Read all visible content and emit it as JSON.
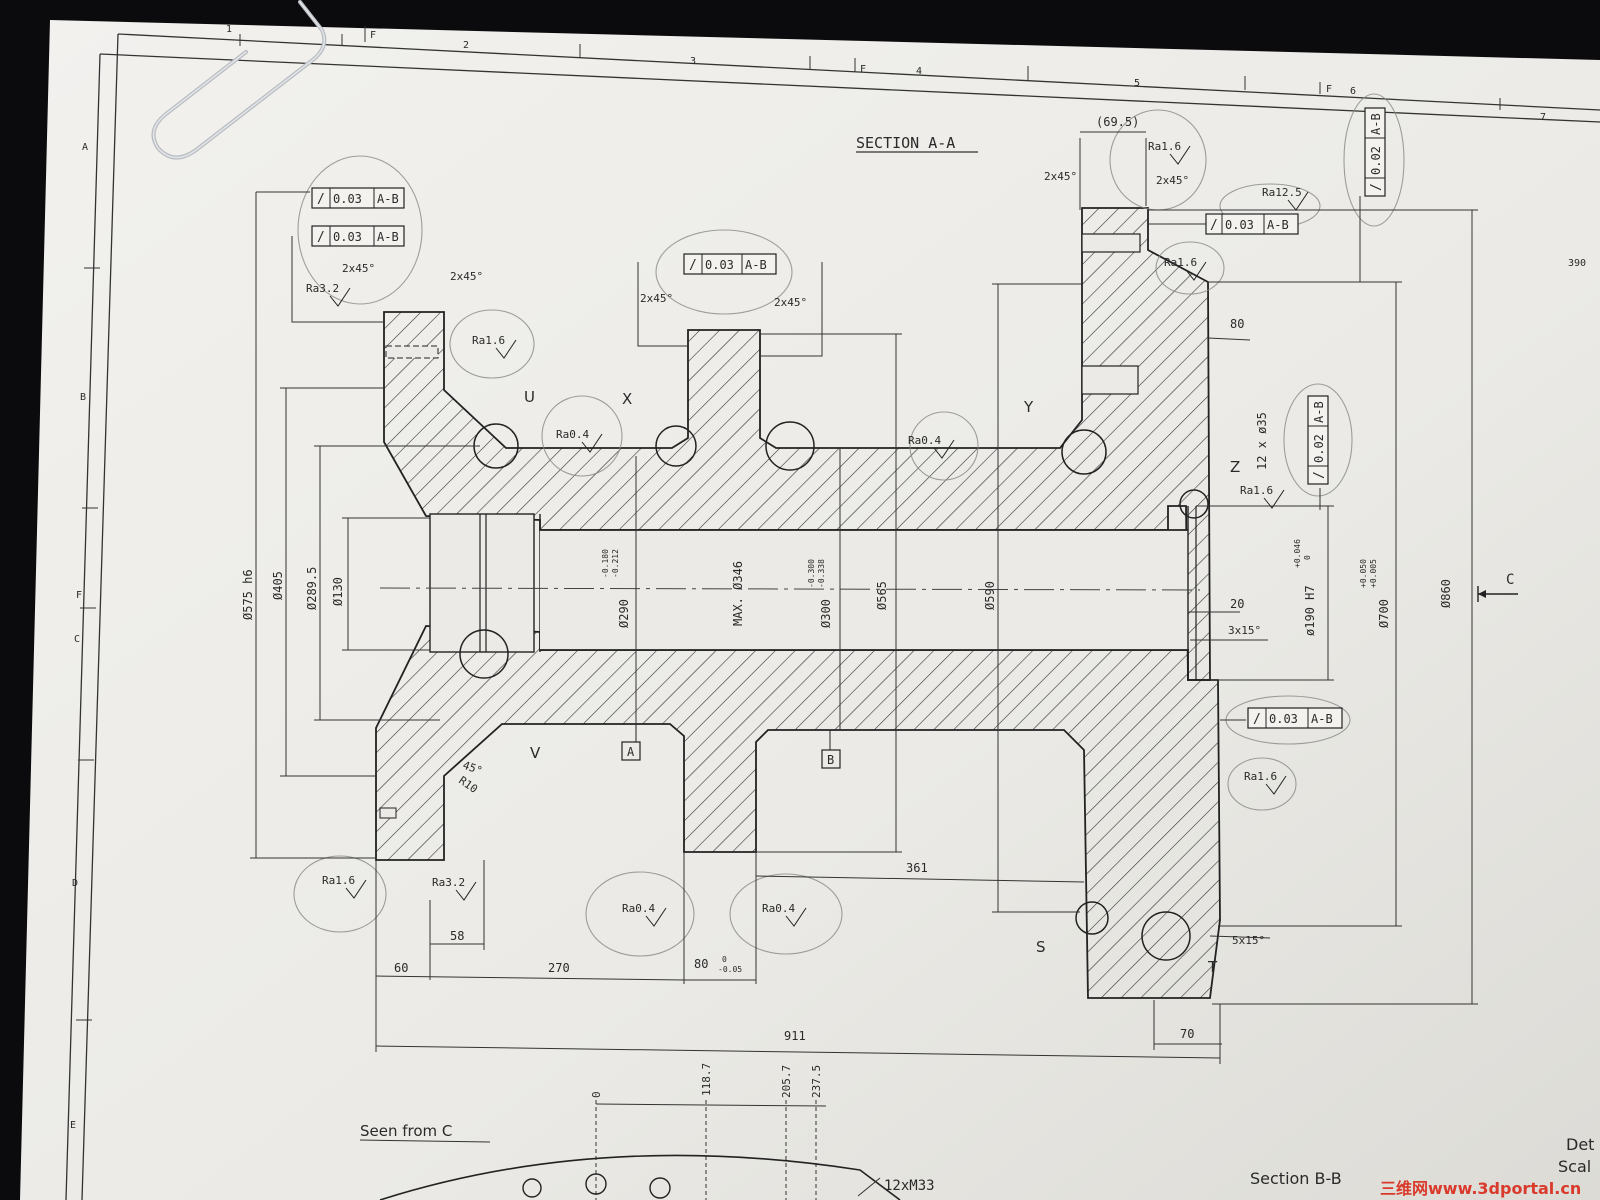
{
  "titles": {
    "section_aa": "SECTION A-A",
    "seen_from_c": "Seen from C",
    "section_bb": "Section B-B",
    "det": "Det",
    "scal": "Scal"
  },
  "border": {
    "columns": [
      "1",
      "2",
      "3",
      "4",
      "5",
      "6",
      "7"
    ],
    "rows": [
      "A",
      "B",
      "F",
      "C",
      "D",
      "E"
    ],
    "f_marks": [
      "F",
      "F",
      "F"
    ]
  },
  "tolerance_frames": [
    {
      "symbol": "/",
      "value": "0.03",
      "datum": "A-B"
    },
    {
      "symbol": "/",
      "value": "0.03",
      "datum": "A-B"
    },
    {
      "symbol": "/",
      "value": "0.03",
      "datum": "A-B"
    },
    {
      "symbol": "/",
      "value": "0.03",
      "datum": "A-B"
    },
    {
      "symbol": "/",
      "value": "0.03",
      "datum": "A-B"
    },
    {
      "symbol": "/",
      "value": "0.02",
      "datum": "A-B"
    },
    {
      "symbol": "/",
      "value": "0.02",
      "datum": "A-B"
    }
  ],
  "roughness": [
    "Ra3.2",
    "Ra1.6",
    "Ra0.4",
    "Ra0.4",
    "Ra1.6",
    "Ra12.5",
    "Ra1.6",
    "Ra1.6",
    "Ra1.6",
    "Ra1.6",
    "Ra3.2",
    "Ra0.4",
    "Ra0.4"
  ],
  "chamfers": [
    "2x45°",
    "2x45°",
    "2x45°",
    "2x45°",
    "2x45°",
    "2x45°",
    "3x15°",
    "5x15°",
    "45°",
    "R10"
  ],
  "detail_letters": [
    "U",
    "X",
    "Y",
    "Z",
    "V",
    "S",
    "T"
  ],
  "datums": [
    "A",
    "B"
  ],
  "view_marker": "C",
  "diameters": [
    "Ø575 h6",
    "Ø405",
    "Ø289.5",
    "Ø130",
    "Ø290",
    "-0.180",
    "-0.212",
    "MAX. Ø346",
    "Ø300",
    "-0.300",
    "-0.338",
    "Ø565",
    "Ø590",
    "ø190 H7",
    "+0.046",
    "0",
    "Ø700",
    "+0.050",
    "+0.005",
    "Ø860"
  ],
  "linear_dims": {
    "d_69_5": "(69.5)",
    "d_80_top": "80",
    "holes": "12 x ø35",
    "d_20": "20",
    "d_361": "361",
    "d_58": "58",
    "d_60": "60",
    "d_270": "270",
    "d_80_bottom": "80",
    "tol_0": "0",
    "tol_neg": "-0.05",
    "d_911": "911",
    "d_70": "70",
    "d_390": "390"
  },
  "bottom_dims": [
    "0",
    "118.7",
    "205.7",
    "237.5"
  ],
  "thread": "12xM33",
  "watermark": "三维网www.3dportal.cn",
  "colors": {
    "paper": "#ecebe7",
    "ink": "#2a2a2a",
    "background": "#0b0b0d",
    "watermark": "#d93a2b"
  }
}
